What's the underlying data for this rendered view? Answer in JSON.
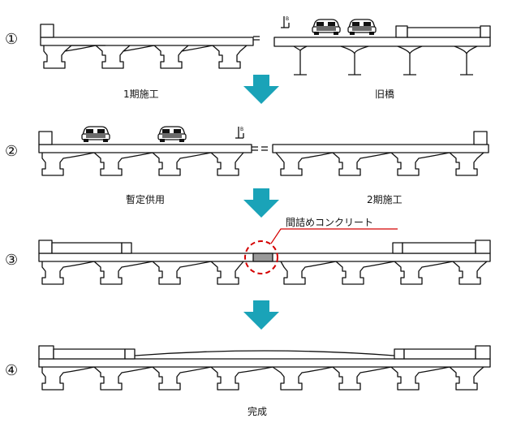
{
  "steps": [
    {
      "number": "①",
      "labels": {
        "left": "1期施工",
        "right": "旧橋"
      }
    },
    {
      "number": "②",
      "labels": {
        "left": "暫定供用",
        "right": "2期施工"
      }
    },
    {
      "number": "③",
      "callout": "間詰めコンクリート"
    },
    {
      "number": "④",
      "labels": {
        "center": "完成"
      }
    }
  ],
  "colors": {
    "line": "#111111",
    "arrow": "#1aa3b8",
    "callout": "#d40000",
    "infill": "#999999"
  },
  "icons": [
    "car-icon",
    "road-sign-icon",
    "down-arrow-icon"
  ]
}
